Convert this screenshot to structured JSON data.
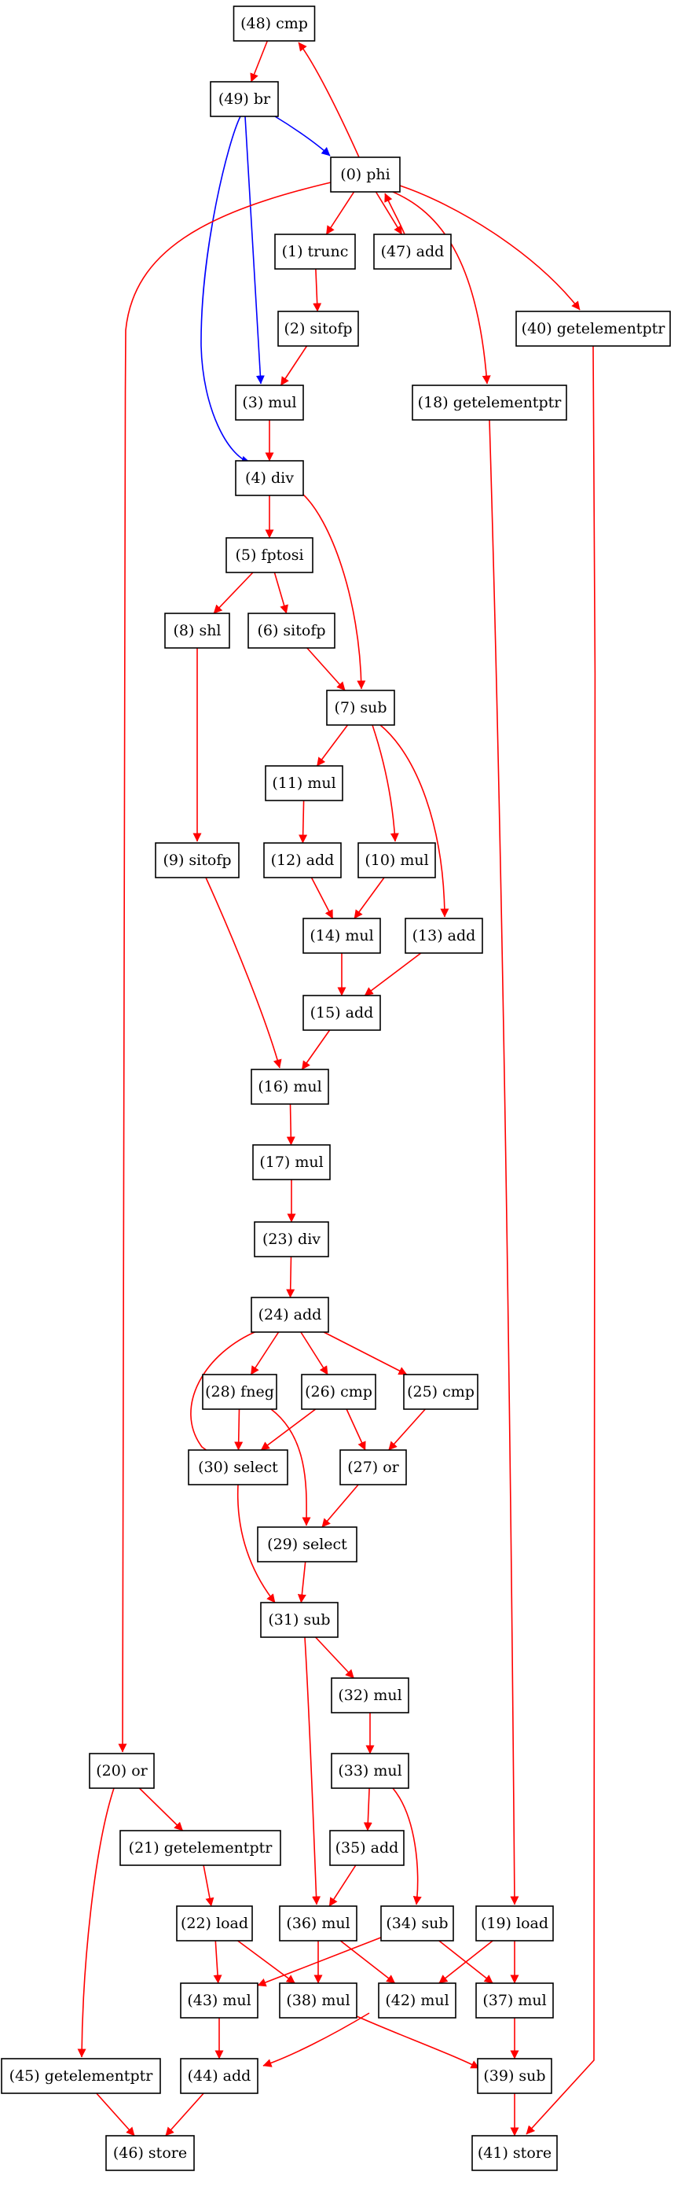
{
  "colors": {
    "data_edge": "#ff0000",
    "control_edge": "#0000ff",
    "node_border": "#000000",
    "background": "#ffffff"
  },
  "nodes": [
    {
      "id": "48",
      "label": "(48) cmp"
    },
    {
      "id": "49",
      "label": "(49) br"
    },
    {
      "id": "0",
      "label": "(0) phi"
    },
    {
      "id": "1",
      "label": "(1) trunc"
    },
    {
      "id": "47",
      "label": "(47) add"
    },
    {
      "id": "40",
      "label": "(40) getelementptr"
    },
    {
      "id": "2",
      "label": "(2) sitofp"
    },
    {
      "id": "3",
      "label": "(3) mul"
    },
    {
      "id": "18",
      "label": "(18) getelementptr"
    },
    {
      "id": "4",
      "label": "(4) div"
    },
    {
      "id": "5",
      "label": "(5) fptosi"
    },
    {
      "id": "8",
      "label": "(8) shl"
    },
    {
      "id": "6",
      "label": "(6) sitofp"
    },
    {
      "id": "7",
      "label": "(7) sub"
    },
    {
      "id": "11",
      "label": "(11) mul"
    },
    {
      "id": "9",
      "label": "(9) sitofp"
    },
    {
      "id": "12",
      "label": "(12) add"
    },
    {
      "id": "10",
      "label": "(10) mul"
    },
    {
      "id": "14",
      "label": "(14) mul"
    },
    {
      "id": "13",
      "label": "(13) add"
    },
    {
      "id": "15",
      "label": "(15) add"
    },
    {
      "id": "16",
      "label": "(16) mul"
    },
    {
      "id": "17",
      "label": "(17) mul"
    },
    {
      "id": "23",
      "label": "(23) div"
    },
    {
      "id": "24",
      "label": "(24) add"
    },
    {
      "id": "28",
      "label": "(28) fneg"
    },
    {
      "id": "26",
      "label": "(26) cmp"
    },
    {
      "id": "25",
      "label": "(25) cmp"
    },
    {
      "id": "30",
      "label": "(30) select"
    },
    {
      "id": "27",
      "label": "(27) or"
    },
    {
      "id": "29",
      "label": "(29) select"
    },
    {
      "id": "31",
      "label": "(31) sub"
    },
    {
      "id": "32",
      "label": "(32) mul"
    },
    {
      "id": "20",
      "label": "(20) or"
    },
    {
      "id": "33",
      "label": "(33) mul"
    },
    {
      "id": "21",
      "label": "(21) getelementptr"
    },
    {
      "id": "35",
      "label": "(35) add"
    },
    {
      "id": "22",
      "label": "(22) load"
    },
    {
      "id": "36",
      "label": "(36) mul"
    },
    {
      "id": "34",
      "label": "(34) sub"
    },
    {
      "id": "19",
      "label": "(19) load"
    },
    {
      "id": "43",
      "label": "(43) mul"
    },
    {
      "id": "38",
      "label": "(38) mul"
    },
    {
      "id": "42",
      "label": "(42) mul"
    },
    {
      "id": "37",
      "label": "(37) mul"
    },
    {
      "id": "45",
      "label": "(45) getelementptr"
    },
    {
      "id": "44",
      "label": "(44) add"
    },
    {
      "id": "39",
      "label": "(39) sub"
    },
    {
      "id": "46",
      "label": "(46) store"
    },
    {
      "id": "41",
      "label": "(41) store"
    }
  ],
  "edges": [
    {
      "from": "48",
      "to": "49",
      "kind": "data"
    },
    {
      "from": "0",
      "to": "48",
      "kind": "data"
    },
    {
      "from": "49",
      "to": "0",
      "kind": "control"
    },
    {
      "from": "49",
      "to": "3",
      "kind": "control"
    },
    {
      "from": "49",
      "to": "4",
      "kind": "control"
    },
    {
      "from": "0",
      "to": "1",
      "kind": "data"
    },
    {
      "from": "0",
      "to": "47",
      "kind": "data"
    },
    {
      "from": "47",
      "to": "0",
      "kind": "data"
    },
    {
      "from": "0",
      "to": "40",
      "kind": "data"
    },
    {
      "from": "0",
      "to": "18",
      "kind": "data"
    },
    {
      "from": "0",
      "to": "20",
      "kind": "data"
    },
    {
      "from": "1",
      "to": "2",
      "kind": "data"
    },
    {
      "from": "2",
      "to": "3",
      "kind": "data"
    },
    {
      "from": "3",
      "to": "4",
      "kind": "data"
    },
    {
      "from": "4",
      "to": "5",
      "kind": "data"
    },
    {
      "from": "4",
      "to": "7",
      "kind": "data"
    },
    {
      "from": "5",
      "to": "8",
      "kind": "data"
    },
    {
      "from": "5",
      "to": "6",
      "kind": "data"
    },
    {
      "from": "6",
      "to": "7",
      "kind": "data"
    },
    {
      "from": "8",
      "to": "9",
      "kind": "data"
    },
    {
      "from": "7",
      "to": "11",
      "kind": "data"
    },
    {
      "from": "7",
      "to": "10",
      "kind": "data"
    },
    {
      "from": "7",
      "to": "13",
      "kind": "data"
    },
    {
      "from": "11",
      "to": "12",
      "kind": "data"
    },
    {
      "from": "12",
      "to": "14",
      "kind": "data"
    },
    {
      "from": "10",
      "to": "14",
      "kind": "data"
    },
    {
      "from": "14",
      "to": "15",
      "kind": "data"
    },
    {
      "from": "13",
      "to": "15",
      "kind": "data"
    },
    {
      "from": "15",
      "to": "16",
      "kind": "data"
    },
    {
      "from": "9",
      "to": "16",
      "kind": "data"
    },
    {
      "from": "16",
      "to": "17",
      "kind": "data"
    },
    {
      "from": "17",
      "to": "23",
      "kind": "data"
    },
    {
      "from": "23",
      "to": "24",
      "kind": "data"
    },
    {
      "from": "24",
      "to": "28",
      "kind": "data"
    },
    {
      "from": "24",
      "to": "26",
      "kind": "data"
    },
    {
      "from": "24",
      "to": "25",
      "kind": "data"
    },
    {
      "from": "24",
      "to": "30",
      "kind": "data"
    },
    {
      "from": "28",
      "to": "30",
      "kind": "data"
    },
    {
      "from": "28",
      "to": "29",
      "kind": "data"
    },
    {
      "from": "26",
      "to": "30",
      "kind": "data"
    },
    {
      "from": "26",
      "to": "27",
      "kind": "data"
    },
    {
      "from": "25",
      "to": "27",
      "kind": "data"
    },
    {
      "from": "27",
      "to": "29",
      "kind": "data"
    },
    {
      "from": "30",
      "to": "31",
      "kind": "data"
    },
    {
      "from": "29",
      "to": "31",
      "kind": "data"
    },
    {
      "from": "31",
      "to": "32",
      "kind": "data"
    },
    {
      "from": "31",
      "to": "36",
      "kind": "data"
    },
    {
      "from": "32",
      "to": "33",
      "kind": "data"
    },
    {
      "from": "33",
      "to": "35",
      "kind": "data"
    },
    {
      "from": "33",
      "to": "34",
      "kind": "data"
    },
    {
      "from": "35",
      "to": "36",
      "kind": "data"
    },
    {
      "from": "20",
      "to": "21",
      "kind": "data"
    },
    {
      "from": "20",
      "to": "45",
      "kind": "data"
    },
    {
      "from": "21",
      "to": "22",
      "kind": "data"
    },
    {
      "from": "18",
      "to": "19",
      "kind": "data"
    },
    {
      "from": "22",
      "to": "43",
      "kind": "data"
    },
    {
      "from": "22",
      "to": "38",
      "kind": "data"
    },
    {
      "from": "36",
      "to": "38",
      "kind": "data"
    },
    {
      "from": "36",
      "to": "42",
      "kind": "data"
    },
    {
      "from": "34",
      "to": "43",
      "kind": "data"
    },
    {
      "from": "34",
      "to": "37",
      "kind": "data"
    },
    {
      "from": "19",
      "to": "42",
      "kind": "data"
    },
    {
      "from": "19",
      "to": "37",
      "kind": "data"
    },
    {
      "from": "43",
      "to": "44",
      "kind": "data"
    },
    {
      "from": "42",
      "to": "44",
      "kind": "data"
    },
    {
      "from": "38",
      "to": "39",
      "kind": "data"
    },
    {
      "from": "37",
      "to": "39",
      "kind": "data"
    },
    {
      "from": "45",
      "to": "46",
      "kind": "data"
    },
    {
      "from": "44",
      "to": "46",
      "kind": "data"
    },
    {
      "from": "39",
      "to": "41",
      "kind": "data"
    },
    {
      "from": "40",
      "to": "41",
      "kind": "data"
    }
  ]
}
